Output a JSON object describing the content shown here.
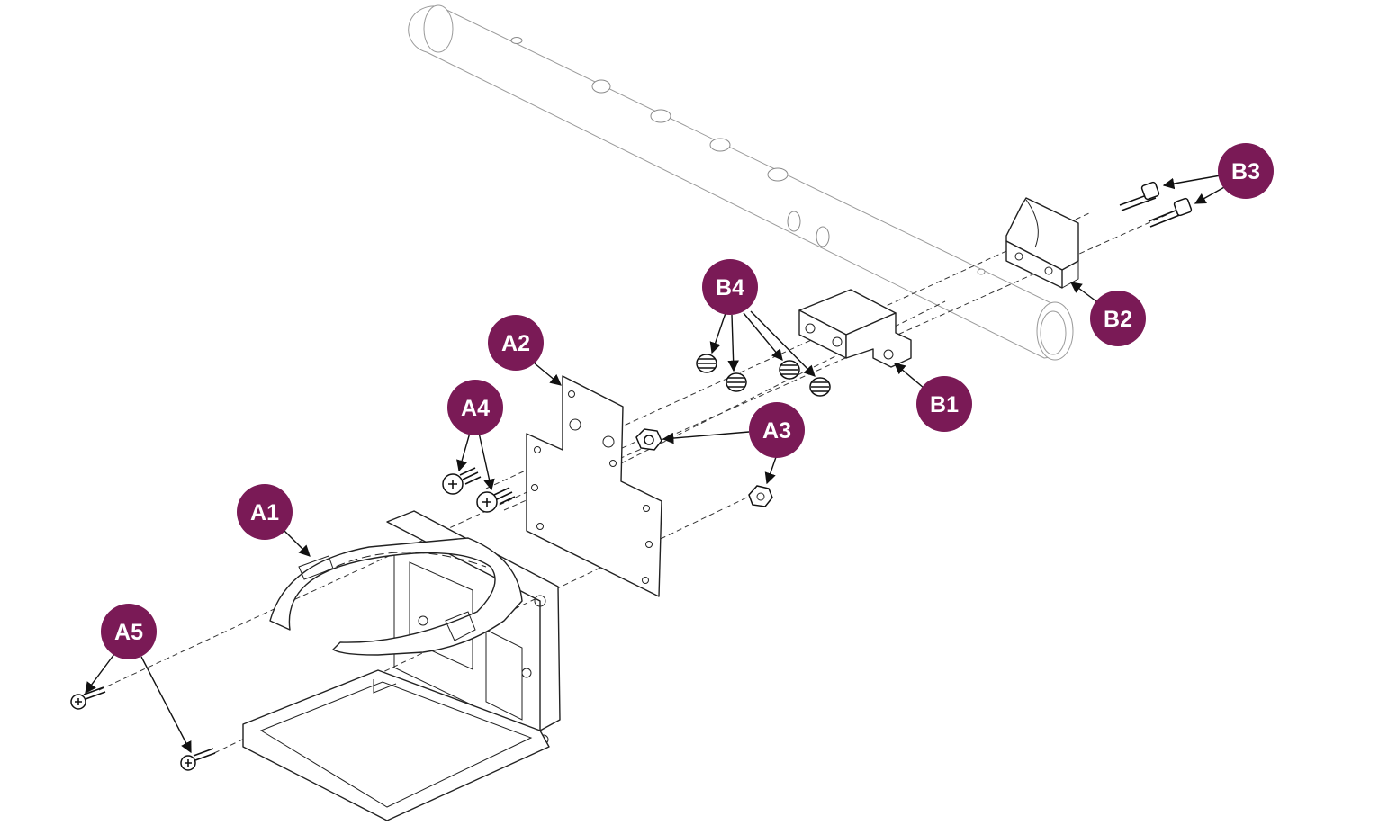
{
  "callouts": {
    "a1": "A1",
    "a2": "A2",
    "a3": "A3",
    "a4": "A4",
    "a5": "A5",
    "b1": "B1",
    "b2": "B2",
    "b3": "B3",
    "b4": "B4"
  },
  "colors": {
    "callout_fill": "#7a1a56",
    "callout_text": "#ffffff",
    "line_art": "#222222"
  }
}
